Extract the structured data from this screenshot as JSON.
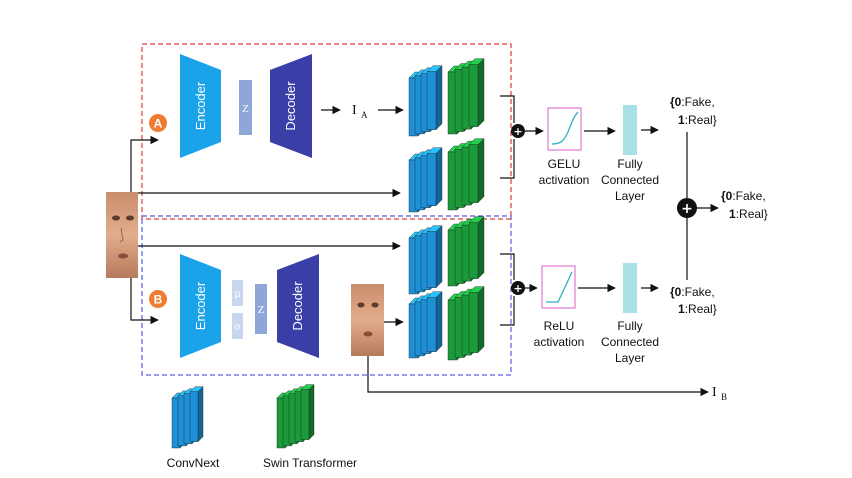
{
  "branch_a": {
    "badge": "A",
    "encoder": "Encoder",
    "latent": "Z",
    "decoder": "Decoder",
    "output_main": "I",
    "output_sub": "A",
    "activation_line1": "GELU",
    "activation_line2": "activation",
    "fc_line1": "Fully",
    "fc_line2": "Connected",
    "fc_line3": "Layer",
    "pred_line1_key": "{0",
    "pred_line1_rest": ":Fake,",
    "pred_line2_key": "1",
    "pred_line2_rest": ":Real}"
  },
  "branch_b": {
    "badge": "B",
    "encoder": "Encoder",
    "mu": "μ",
    "sigma": "σ",
    "latent": "Z",
    "decoder": "Decoder",
    "output_main": "I",
    "output_sub": "B",
    "activation_line1": "ReLU",
    "activation_line2": "activation",
    "fc_line1": "Fully",
    "fc_line2": "Connected",
    "fc_line3": "Layer",
    "pred_line1_key": "{0",
    "pred_line1_rest": ":Fake,",
    "pred_line2_key": "1",
    "pred_line2_rest": ":Real}"
  },
  "fusion": {
    "combine_symbol": "+",
    "pred_line1_key": "{0",
    "pred_line1_rest": ":Fake,",
    "pred_line2_key": "1",
    "pred_line2_rest": ":Real}"
  },
  "legend": {
    "convnext": "ConvNext",
    "swin": "Swin Transformer"
  },
  "colors": {
    "encoder": "#1aa3e8",
    "decoder": "#3a3fa8",
    "latent": "#8fa6d8",
    "convnext": "#1e90d8",
    "swin": "#1a9a3a",
    "fc": "#a8e0e6",
    "badge": "#ee7d31",
    "box_a": "#e03a3a",
    "box_b": "#5a5ae0"
  },
  "icons": {
    "input_face": "face-image",
    "reconstructed_face": "face-image",
    "activation_plot": "activation-curve-icon",
    "plus_node": "plus-circle-icon"
  }
}
